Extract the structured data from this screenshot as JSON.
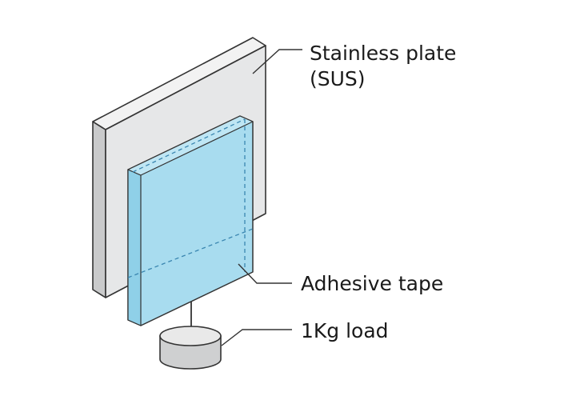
{
  "labels": {
    "stainless_plate_line1": "Stainless plate",
    "stainless_plate_line2": "(SUS)",
    "adhesive_tape": "Adhesive tape",
    "load": "1Kg load"
  },
  "colors": {
    "plate_front": "#e6e7e8",
    "plate_side": "#c9cacb",
    "plate_top": "#f2f2f2",
    "outline": "#333333",
    "tape_fill": "#a8dcef",
    "tape_edge": "#7fcbe6",
    "tape_dash": "#3a86b0",
    "weight_top": "#e9e9e9",
    "weight_side": "#cfd0d1",
    "leader_line": "#333333"
  }
}
